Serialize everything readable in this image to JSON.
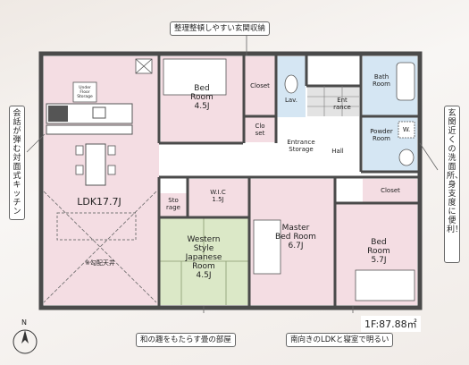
{
  "callouts": {
    "top": "整理整頓しやすい玄関収納",
    "left": "会話が弾む対面式キッチン",
    "right": "玄関近くの洗面所、身支度に便利！",
    "bottom_left": "和の趣をもたらす畳の部屋",
    "bottom_right": "南向きのLDKと寝室で明るい"
  },
  "rooms": {
    "bed1": "Bed\nRoom\n4.5J",
    "closet1": "Closet",
    "closet_small": "Clo\nset",
    "lav": "Lav.",
    "entrance": "Ent\nrance",
    "bath": "Bath\nRoom",
    "powder": "Powder\nRoom",
    "wm": "W.",
    "entrance_storage": "Entrance\nStorage",
    "hall": "Hall",
    "closet2": "Closet",
    "ldk": "LDK17.7J",
    "under_floor": "Under\nFloor\nStorage",
    "storage": "Sto\nrage",
    "wic": "W.I.C\n1.5J",
    "japanese": "Western\nStyle\nJapanese\nRoom\n4.5J",
    "master": "Master\nBed Room\n6.7J",
    "bed2": "Bed\nRoom\n5.7J",
    "ceiling": "※勾配天井"
  },
  "floor_area": "1F:87.88㎡",
  "north": "N",
  "colors": {
    "pink": "#f4dde3",
    "blue": "#d5e6f3",
    "green": "#dbe8c7",
    "wall": "#4a4a4a",
    "floor": "#ffffff"
  }
}
